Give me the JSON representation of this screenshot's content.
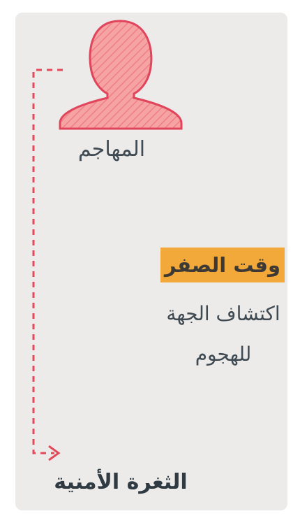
{
  "labels": {
    "attacker": "المهاجم",
    "zero_time": "وقت الصفر",
    "discovery": "اكتشاف الجهة للهجوم",
    "vulnerability": "الثغرة الأمنية"
  },
  "colors": {
    "panel_bg": "#ecebea",
    "attacker_fill": "#f6a3a3",
    "attacker_stroke": "#e0455b",
    "defender_fill": "#c9d2d8",
    "defender_stroke": "#3f4a52",
    "accent_orange": "#f2a939",
    "dashed_red": "#e34b5b",
    "navy": "#1f3a5a"
  }
}
